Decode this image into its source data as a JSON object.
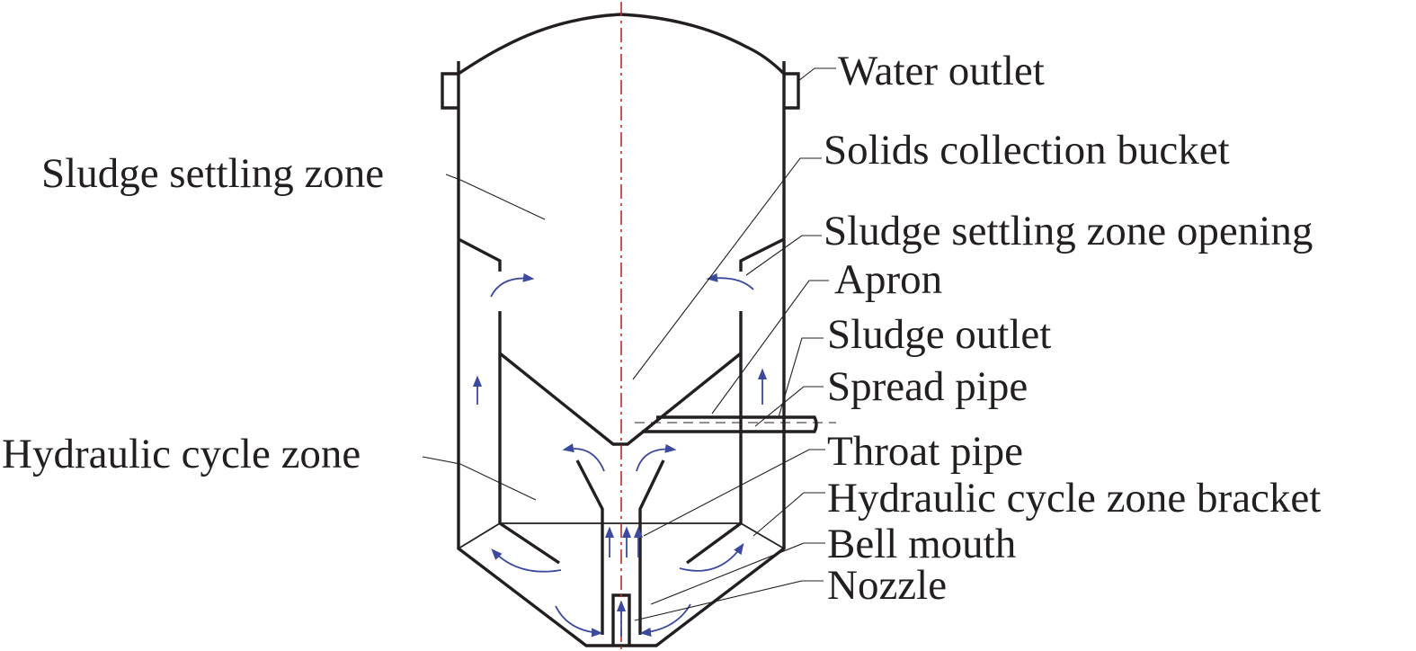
{
  "diagram": {
    "labels": {
      "water_outlet": "Water outlet",
      "solids_collection_bucket": "Solids collection bucket",
      "sludge_settling_zone_opening": "Sludge settling zone opening",
      "apron": "Apron",
      "sludge_outlet": "Sludge outlet",
      "spread_pipe": "Spread pipe",
      "throat_pipe": "Throat pipe",
      "hydraulic_cycle_zone_bracket": "Hydraulic cycle zone bracket",
      "bell_mouth": "Bell mouth",
      "nozzle": "Nozzle",
      "sludge_settling_zone": "Sludge settling zone",
      "hydraulic_cycle_zone": "Hydraulic cycle zone"
    },
    "colors": {
      "outline": "#231f20",
      "center_axis": "#c0272d",
      "flow_arrows": "#3b4a9c"
    }
  }
}
